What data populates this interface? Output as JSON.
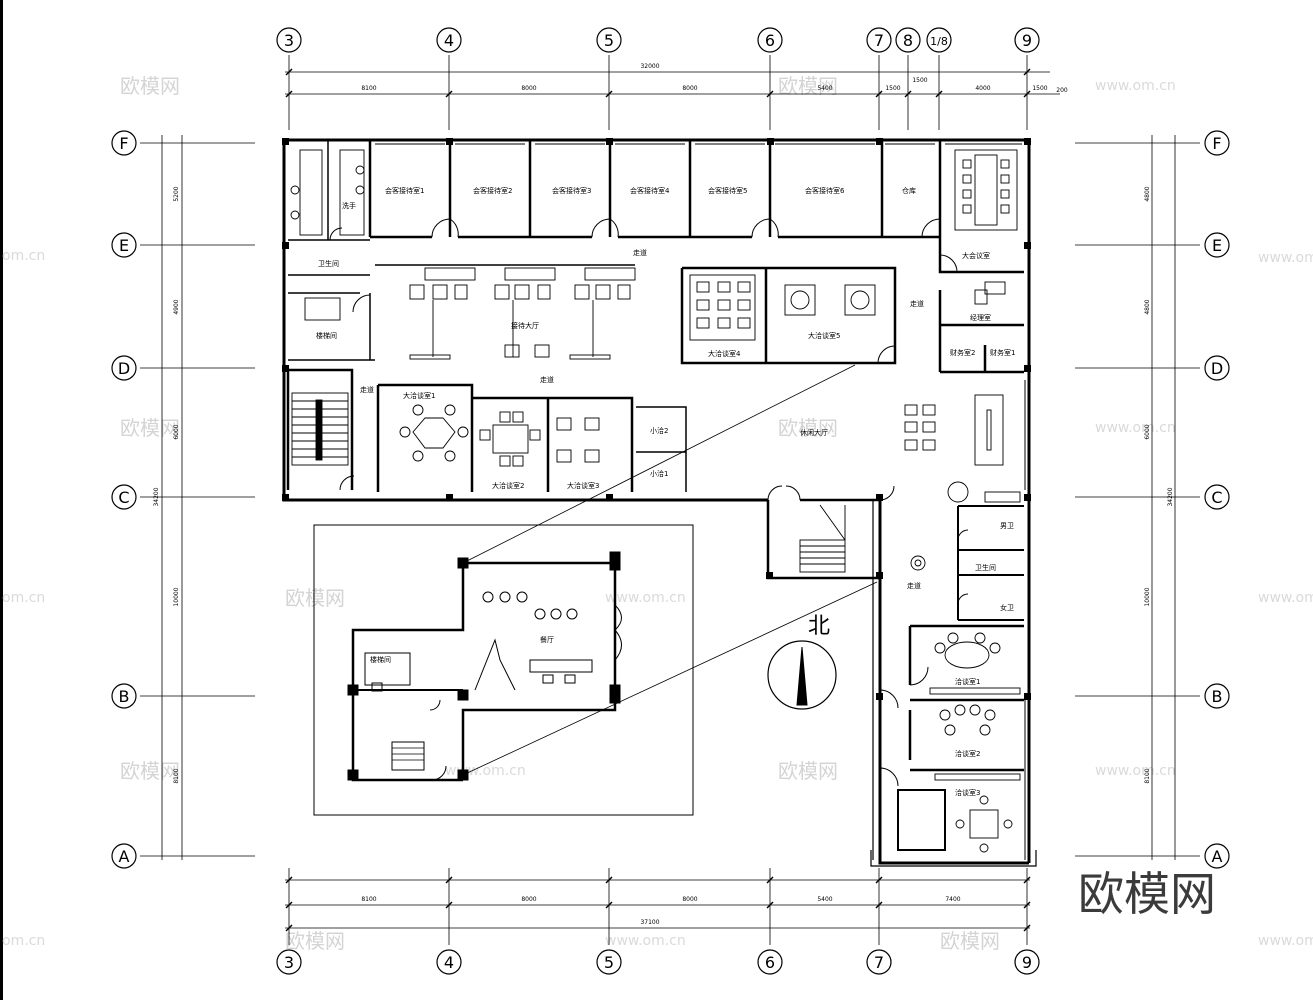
{
  "grid_columns": [
    "3",
    "4",
    "5",
    "6",
    "7",
    "8",
    "1/8",
    "9"
  ],
  "grid_rows": [
    "F",
    "E",
    "D",
    "C",
    "B",
    "A"
  ],
  "dims": {
    "top_total": "32000",
    "top": [
      "8100",
      "8000",
      "8000",
      "5400",
      "1500",
      "1500",
      "4000",
      "1500"
    ],
    "top_small": "200",
    "bottom": [
      "8100",
      "8000",
      "8000",
      "5400",
      "7400"
    ],
    "bottom_total": "37100",
    "left": [
      "5200",
      "4900",
      "6000",
      "10000",
      "8100"
    ],
    "left_total": "34200",
    "right": [
      "4800",
      "4800",
      "6000",
      "10000",
      "8100"
    ],
    "right_total": "34200"
  },
  "rooms": {
    "office1": "会客接待室1",
    "office2": "会客接待室2",
    "office3": "会客接待室3",
    "office4": "会客接待室4",
    "office5": "会客接待室5",
    "office6": "会客接待室6",
    "warehouse": "仓库",
    "big_meeting": "大会议室",
    "wash": "洗手",
    "wc_f": "卫生间",
    "stair_room": "楼梯间",
    "corridor1": "走道",
    "corridor2": "走道",
    "corridor3": "走道",
    "corridor4": "走道",
    "corridor5": "走道",
    "lobby_main": "接待大厅",
    "meet1": "大洽谈室1",
    "meet2": "大洽谈室2",
    "meet3": "大洽谈室3",
    "meet4": "大洽谈室4",
    "meet5": "大洽谈室5",
    "small1": "小洽2",
    "small2": "小洽1",
    "rest_hall": "休闲大厅",
    "mgr": "经理室",
    "fin1": "财务室2",
    "fin2": "财务室1",
    "wc_r": "卫生间",
    "male": "男卫",
    "female": "女卫",
    "disc1": "洽谈室1",
    "disc2": "洽谈室2",
    "disc3": "洽谈室3",
    "inset_hall": "餐厅",
    "inset_stair": "楼梯间"
  },
  "north": "北",
  "watermark": {
    "brand": "欧模网",
    "url": "www.om.cn",
    "url_short": "om.cn"
  }
}
